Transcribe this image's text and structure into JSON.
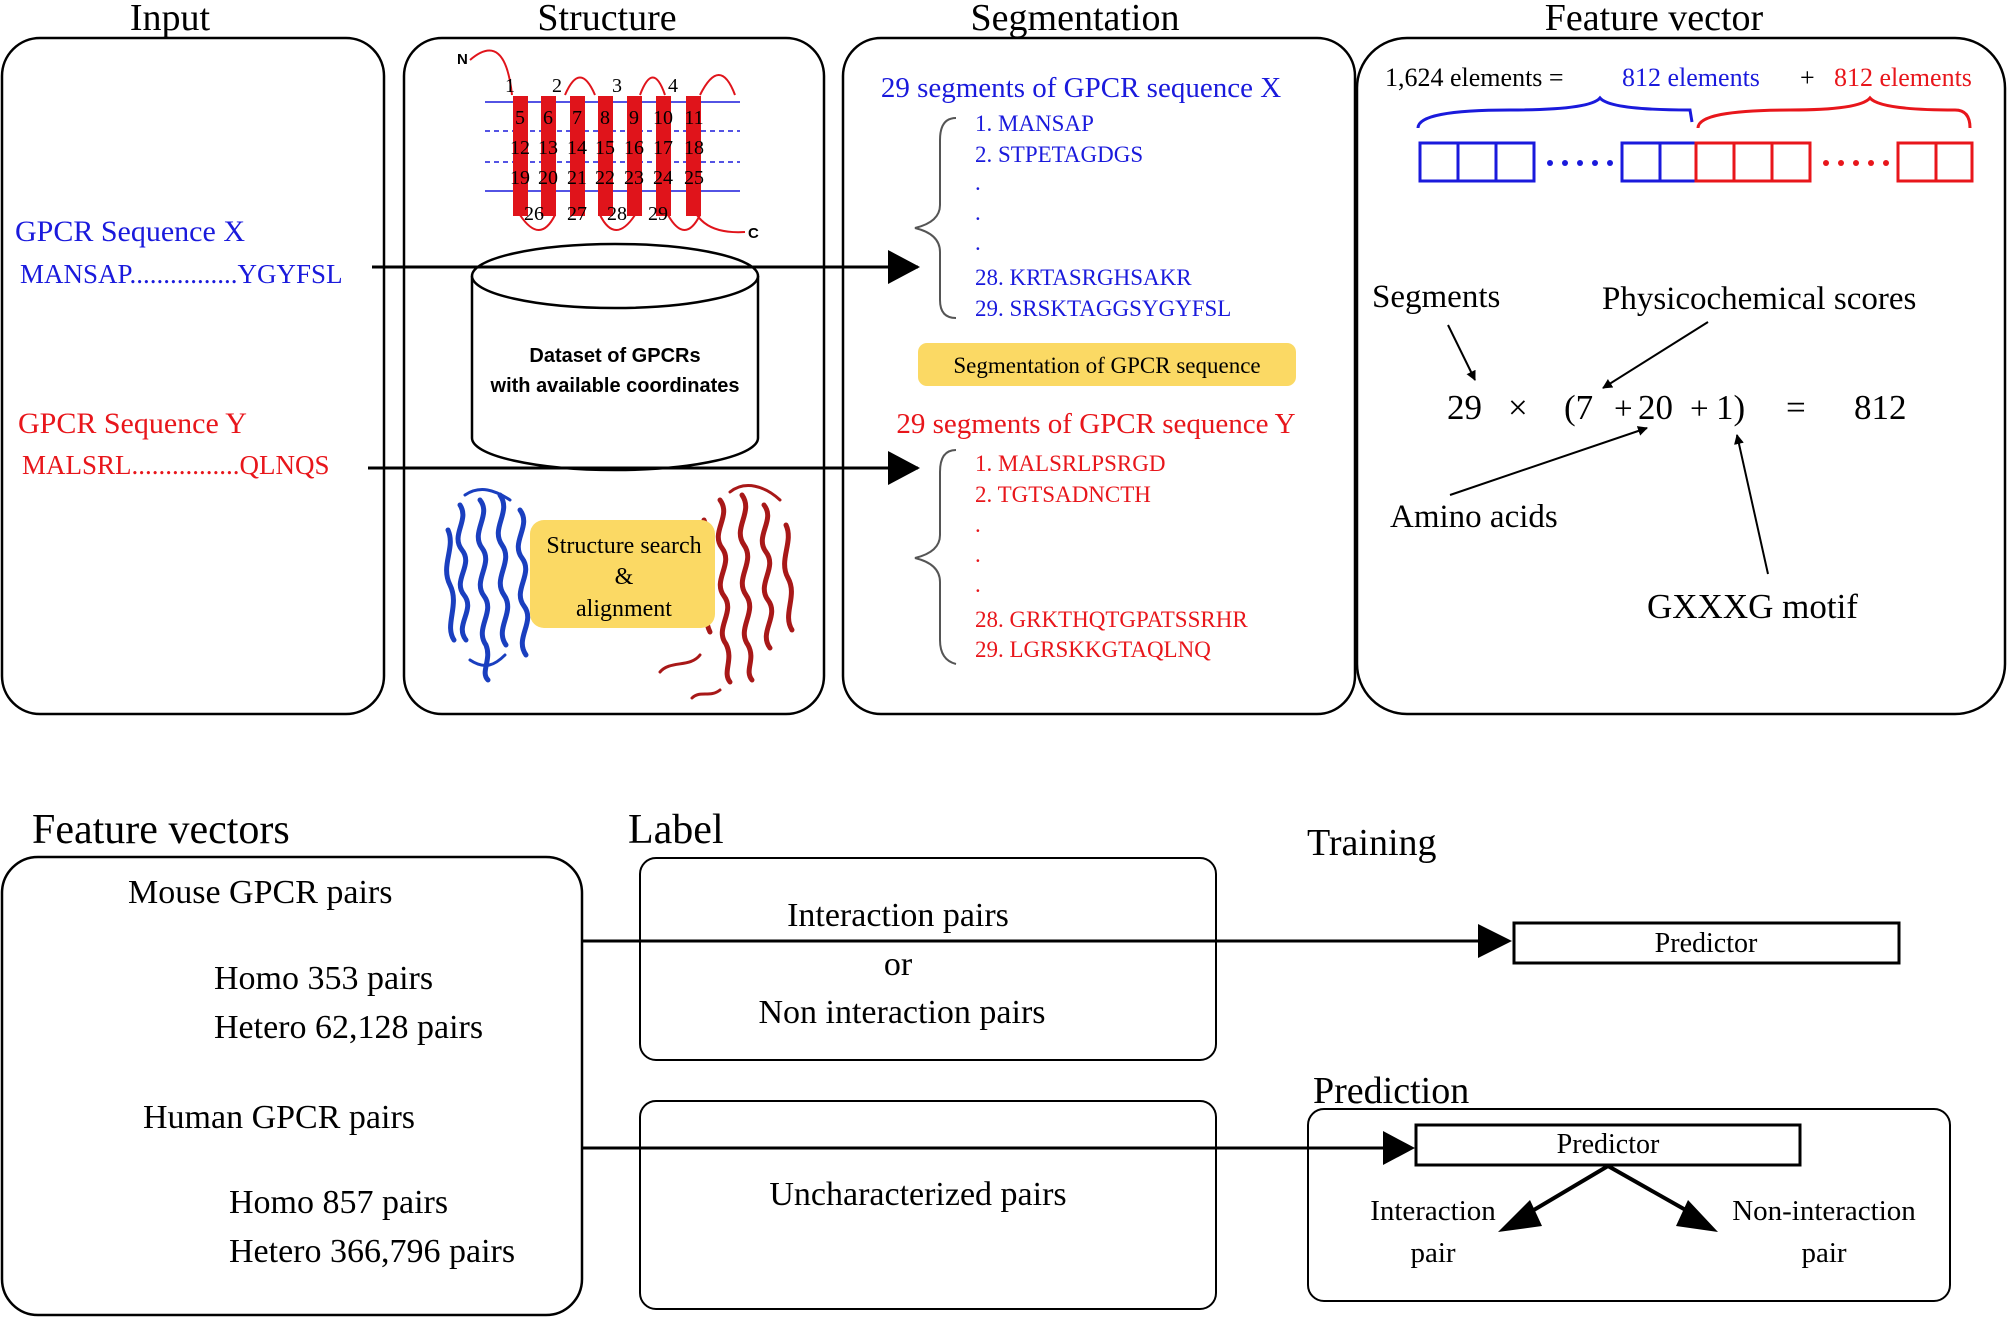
{
  "colors": {
    "blue": "#1a1adc",
    "red": "#e8161b",
    "highlight": "#fbd964",
    "tm_red": "#e0141b",
    "black": "#000000"
  },
  "input": {
    "title": "Input",
    "seq_x_label": "GPCR Sequence X",
    "seq_x": "MANSAP................YGYFSL",
    "seq_y_label": "GPCR Sequence Y",
    "seq_y": "MALSRL................QLNQS"
  },
  "structure": {
    "title": "Structure",
    "n_term": "N",
    "c_term": "C",
    "segment_numbers": [
      "1",
      "2",
      "3",
      "4",
      "5",
      "6",
      "7",
      "8",
      "9",
      "10",
      "11",
      "12",
      "13",
      "14",
      "15",
      "16",
      "17",
      "18",
      "19",
      "20",
      "21",
      "22",
      "23",
      "24",
      "25",
      "26",
      "27",
      "28",
      "29"
    ],
    "database_line1": "Dataset of GPCRs",
    "database_line2": "with available coordinates",
    "search_line1": "Structure search",
    "search_line2": "&",
    "search_line3": "alignment",
    "protein_a_icon": "blue-protein-structure-icon",
    "protein_b_icon": "red-protein-structure-icon"
  },
  "segmentation": {
    "title": "Segmentation",
    "x_header": "29 segments of GPCR sequence X",
    "x_items": [
      "1. MANSAP",
      "2. STPETAGDGS",
      ".",
      ".",
      ".",
      "28. KRTASRGHSAKR",
      "29. SRSKTAGGSYGYFSL"
    ],
    "button": "Segmentation of GPCR sequence",
    "y_header": "29 segments of GPCR sequence Y",
    "y_items": [
      "1. MALSRLPSRGD",
      "2. TGTSADNCTH",
      ".",
      ".",
      ".",
      "28. GRKTHQTGPATSSRHR",
      "29. LGRSKKGTAQLNQ"
    ]
  },
  "feature_vector": {
    "title": "Feature vector",
    "total": "1,624 elements =",
    "part_blue": "812 elements",
    "plus": "+",
    "part_red": "812 elements",
    "segments_label": "Segments",
    "phys_label": "Physicochemical scores",
    "equation": {
      "n29": "29",
      "times": "×",
      "lparen": "(7",
      "plus1": "+",
      "n20": "20",
      "plus2": "+",
      "rparen": "1)",
      "eq": "=",
      "result": "812"
    },
    "amino_label": "Amino acids",
    "motif_label": "GXXXG motif"
  },
  "bottom": {
    "fv_title": "Feature vectors",
    "mouse_title": "Mouse GPCR pairs",
    "mouse_homo": "Homo 353 pairs",
    "mouse_hetero": "Hetero 62,128 pairs",
    "human_title": "Human GPCR pairs",
    "human_homo": "Homo 857 pairs",
    "human_hetero": "Hetero 366,796 pairs",
    "label_title": "Label",
    "label_line1": "Interaction pairs",
    "label_line2": "or",
    "label_line3": "Non interaction pairs",
    "uncharacterized": "Uncharacterized pairs",
    "training_title": "Training",
    "predictor_train": "Predictor",
    "prediction_title": "Prediction",
    "predictor_pred": "Predictor",
    "interaction_line1": "Interaction",
    "interaction_line2": "pair",
    "noninteraction_line1": "Non-interaction",
    "noninteraction_line2": "pair"
  }
}
